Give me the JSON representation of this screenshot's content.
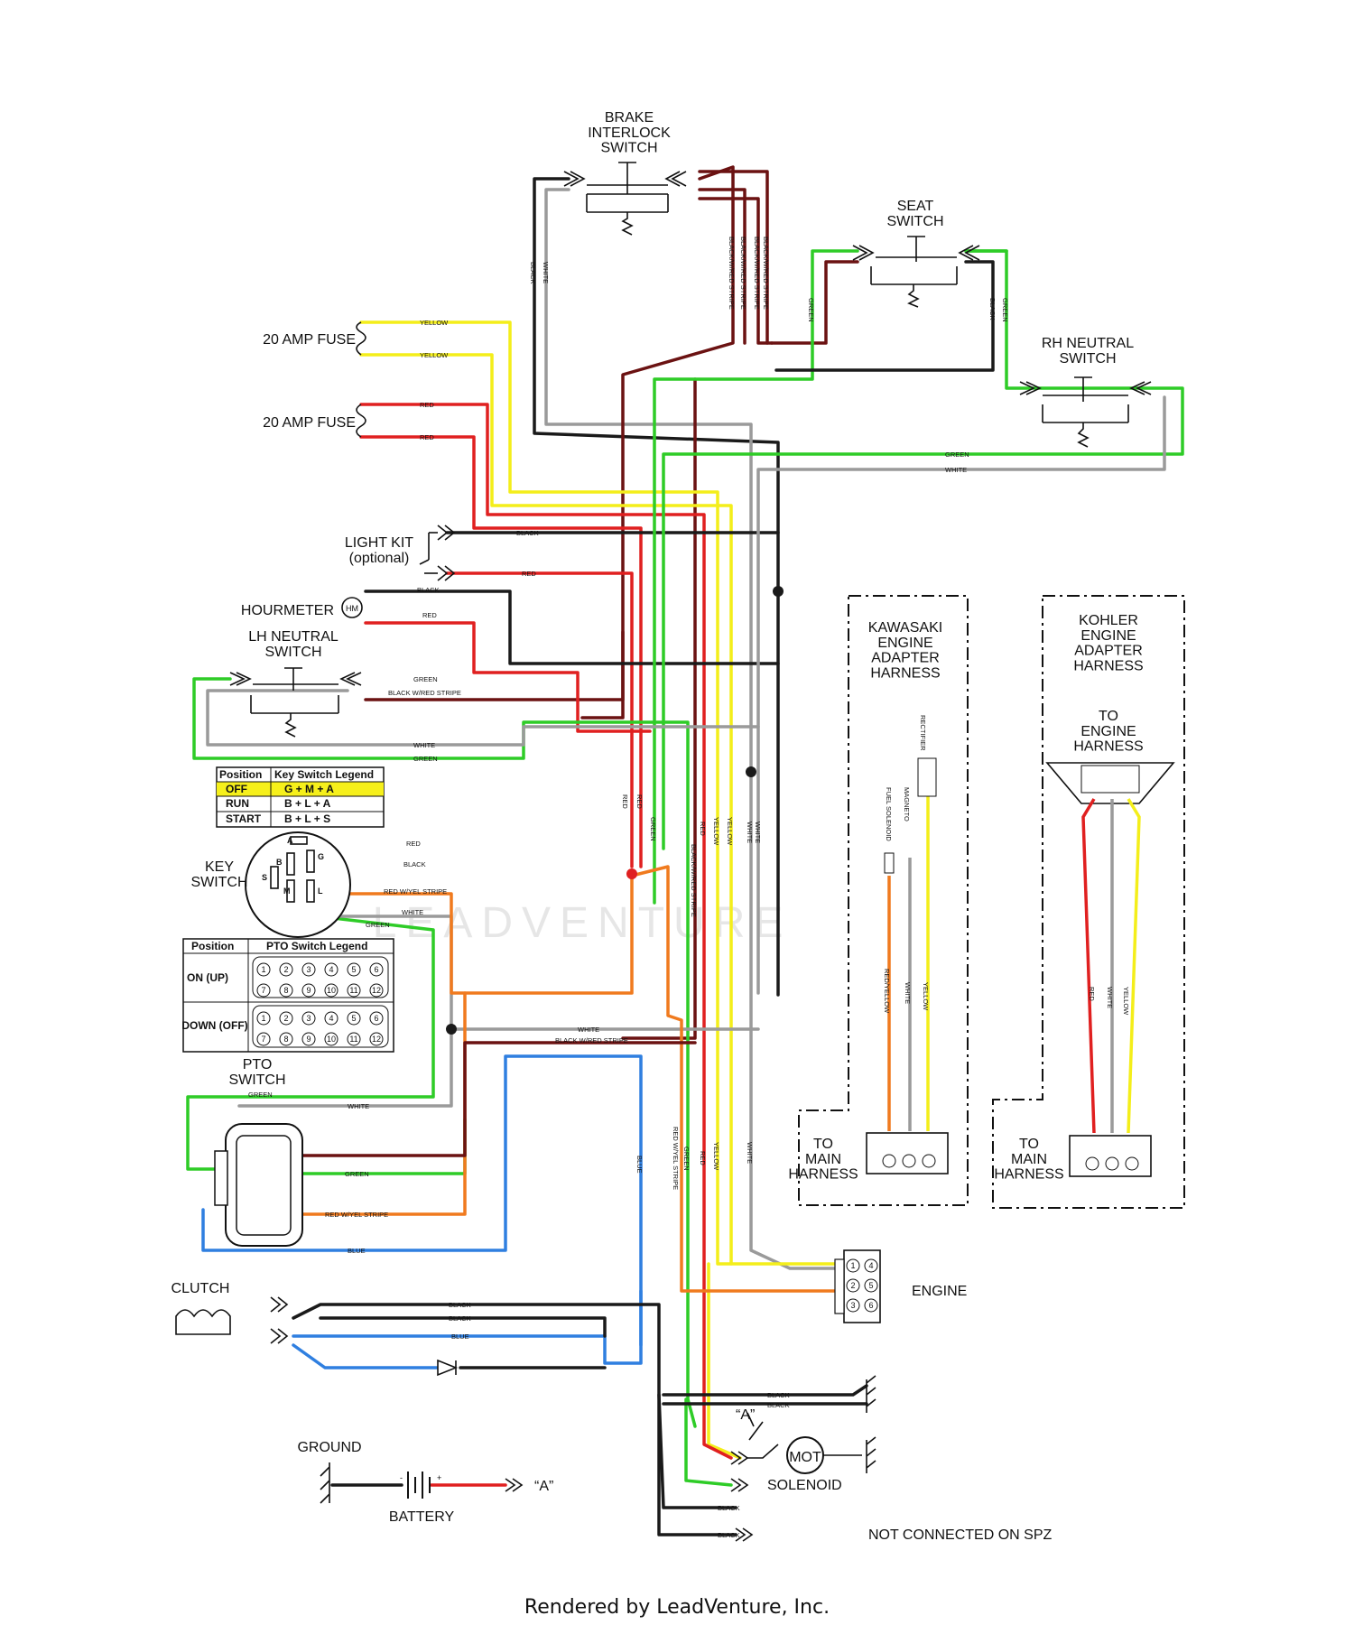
{
  "colors": {
    "black": "#1a1a1a",
    "red": "#e02020",
    "yellow": "#f4ee1a",
    "green": "#2ecc27",
    "white_wire": "#9a9a9a",
    "blue": "#2f7fe0",
    "orange": "#f07a1e",
    "black_red": "#6b1212",
    "legend_highlight": "#f6f01b"
  },
  "components": {
    "brake_switch": "BRAKE\nINTERLOCK\nSWITCH",
    "seat_switch": "SEAT\nSWITCH",
    "rh_neutral": "RH NEUTRAL\nSWITCH",
    "lh_neutral": "LH NEUTRAL\nSWITCH",
    "fuse_1": "20 AMP FUSE",
    "fuse_2": "20 AMP FUSE",
    "light_kit": "LIGHT KIT\n(optional)",
    "hourmeter": "HOURMETER",
    "hourmeter_symbol": "HM",
    "key_switch": "KEY\nSWITCH",
    "pto_switch": "PTO\nSWITCH",
    "clutch": "CLUTCH",
    "engine": "ENGINE",
    "ground": "GROUND",
    "battery": "BATTERY",
    "battery_minus": "-",
    "battery_plus": "+",
    "battery_out": "“A”",
    "solenoid": "SOLENOID",
    "solenoid_in": "“A”",
    "motor": "MOT",
    "not_connected": "NOT CONNECTED ON SPZ"
  },
  "harnesses": {
    "kawasaki": {
      "title": "KAWASAKI\nENGINE\nADAPTER\nHARNESS",
      "to_main": "TO\nMAIN\nHARNESS",
      "top_labels": [
        "FUEL SOLENOID",
        "MAGNETO",
        "RECTIFIER"
      ],
      "wires": [
        "RED/YELLOW",
        "WHITE",
        "YELLOW"
      ]
    },
    "kohler": {
      "title": "KOHLER\nENGINE\nADAPTER\nHARNESS",
      "to_engine": "TO\nENGINE\nHARNESS",
      "to_main": "TO\nMAIN\nHARNESS",
      "wires": [
        "RED",
        "WHITE",
        "YELLOW"
      ]
    }
  },
  "key_legend": {
    "headers": [
      "Position",
      "Key Switch Legend"
    ],
    "rows": [
      [
        "OFF",
        "G + M + A"
      ],
      [
        "RUN",
        "B + L + A"
      ],
      [
        "START",
        "B + L + S"
      ]
    ],
    "terminals": [
      "A",
      "B",
      "G",
      "S",
      "M",
      "L"
    ]
  },
  "pto_legend": {
    "headers": [
      "Position",
      "PTO Switch Legend"
    ],
    "rows": [
      "ON (UP)",
      "DOWN (OFF)"
    ],
    "pins": [
      "1",
      "2",
      "3",
      "4",
      "5",
      "6",
      "7",
      "8",
      "9",
      "10",
      "11",
      "12"
    ]
  },
  "engine_pins": [
    "1",
    "2",
    "3",
    "4",
    "5",
    "6"
  ],
  "wire_labels": {
    "yellow": "YELLOW",
    "red": "RED",
    "black": "BLACK",
    "white": "WHITE",
    "green": "GREEN",
    "blue": "BLUE",
    "black_red": "BLACK W/RED STRIPE",
    "black_red_slash": "BLACK/W/RED STRIPE",
    "red_yel": "RED W/YEL STRIPE",
    "red_wyel": "RED W/YEL STRIPE"
  },
  "watermark": "LEADVENTURE",
  "footer": "Rendered by LeadVenture, Inc."
}
